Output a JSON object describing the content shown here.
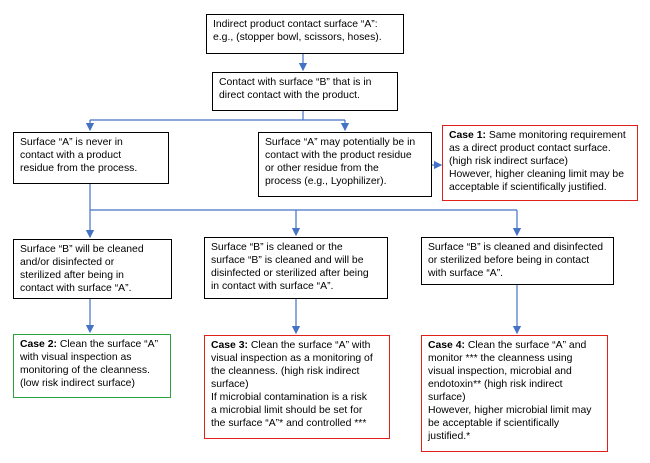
{
  "colors": {
    "connector": "#4472c4",
    "box_border": "#000000",
    "case_red": "#e0201b",
    "case_green": "#2aa33a"
  },
  "nodes": {
    "top": {
      "lines": [
        "Indirect product contact surface “A”:",
        "e.g., (stopper bowl, scissors, hoses)."
      ]
    },
    "contact_b": {
      "lines": [
        "Contact with surface “B” that is in",
        "direct contact with the product."
      ]
    },
    "never_contact": {
      "lines": [
        "Surface “A” is never in",
        "contact with a product",
        "residue from the process."
      ]
    },
    "may_contact": {
      "lines": [
        "Surface “A” may potentially be in",
        "contact with the product residue",
        "or other residue from the",
        "process (e.g., Lyophilizer)."
      ]
    },
    "case1": {
      "label": "Case 1:",
      "lines": [
        " Same monitoring requirement",
        "as a direct product contact surface.",
        "(high risk indirect  surface)",
        " However, higher cleaning limit may be",
        "acceptable if scientifically justified."
      ]
    },
    "b_cleaned_after": {
      "lines": [
        "Surface “B” will be cleaned",
        "and/or disinfected or",
        "sterilized after being in",
        "contact with surface “A”."
      ]
    },
    "b_cleaned_or": {
      "lines": [
        "Surface “B” is cleaned  or the",
        "surface “B” is cleaned and will be",
        "disinfected or sterilized after being",
        "in contact with surface “A”."
      ]
    },
    "b_cleaned_before": {
      "lines": [
        "Surface “B” is cleaned and disinfected",
        "or sterilized before being in contact",
        "with surface “A”."
      ]
    },
    "case2": {
      "label": "Case 2:",
      "lines": [
        " Clean the surface “A”",
        "with visual inspection as",
        "monitoring of the cleanness.",
        "(low risk indirect surface)"
      ]
    },
    "case3": {
      "label": "Case 3:",
      "lines": [
        " Clean the surface “A” with",
        "visual inspection as a monitoring of",
        "the cleanness. (high risk indirect",
        "surface)",
        "If microbial contamination is a risk",
        "a microbial limit should be set for",
        "the surface “A”* and controlled ***"
      ]
    },
    "case4": {
      "label": "Case 4:",
      "lines": [
        " Clean the surface “A” and",
        "monitor *** the cleanness using",
        "visual inspection, microbial and",
        "endotoxin** (high risk indirect",
        "surface)",
        "However, higher microbial limit may",
        "be acceptable if scientifically",
        "justified.*"
      ]
    }
  }
}
